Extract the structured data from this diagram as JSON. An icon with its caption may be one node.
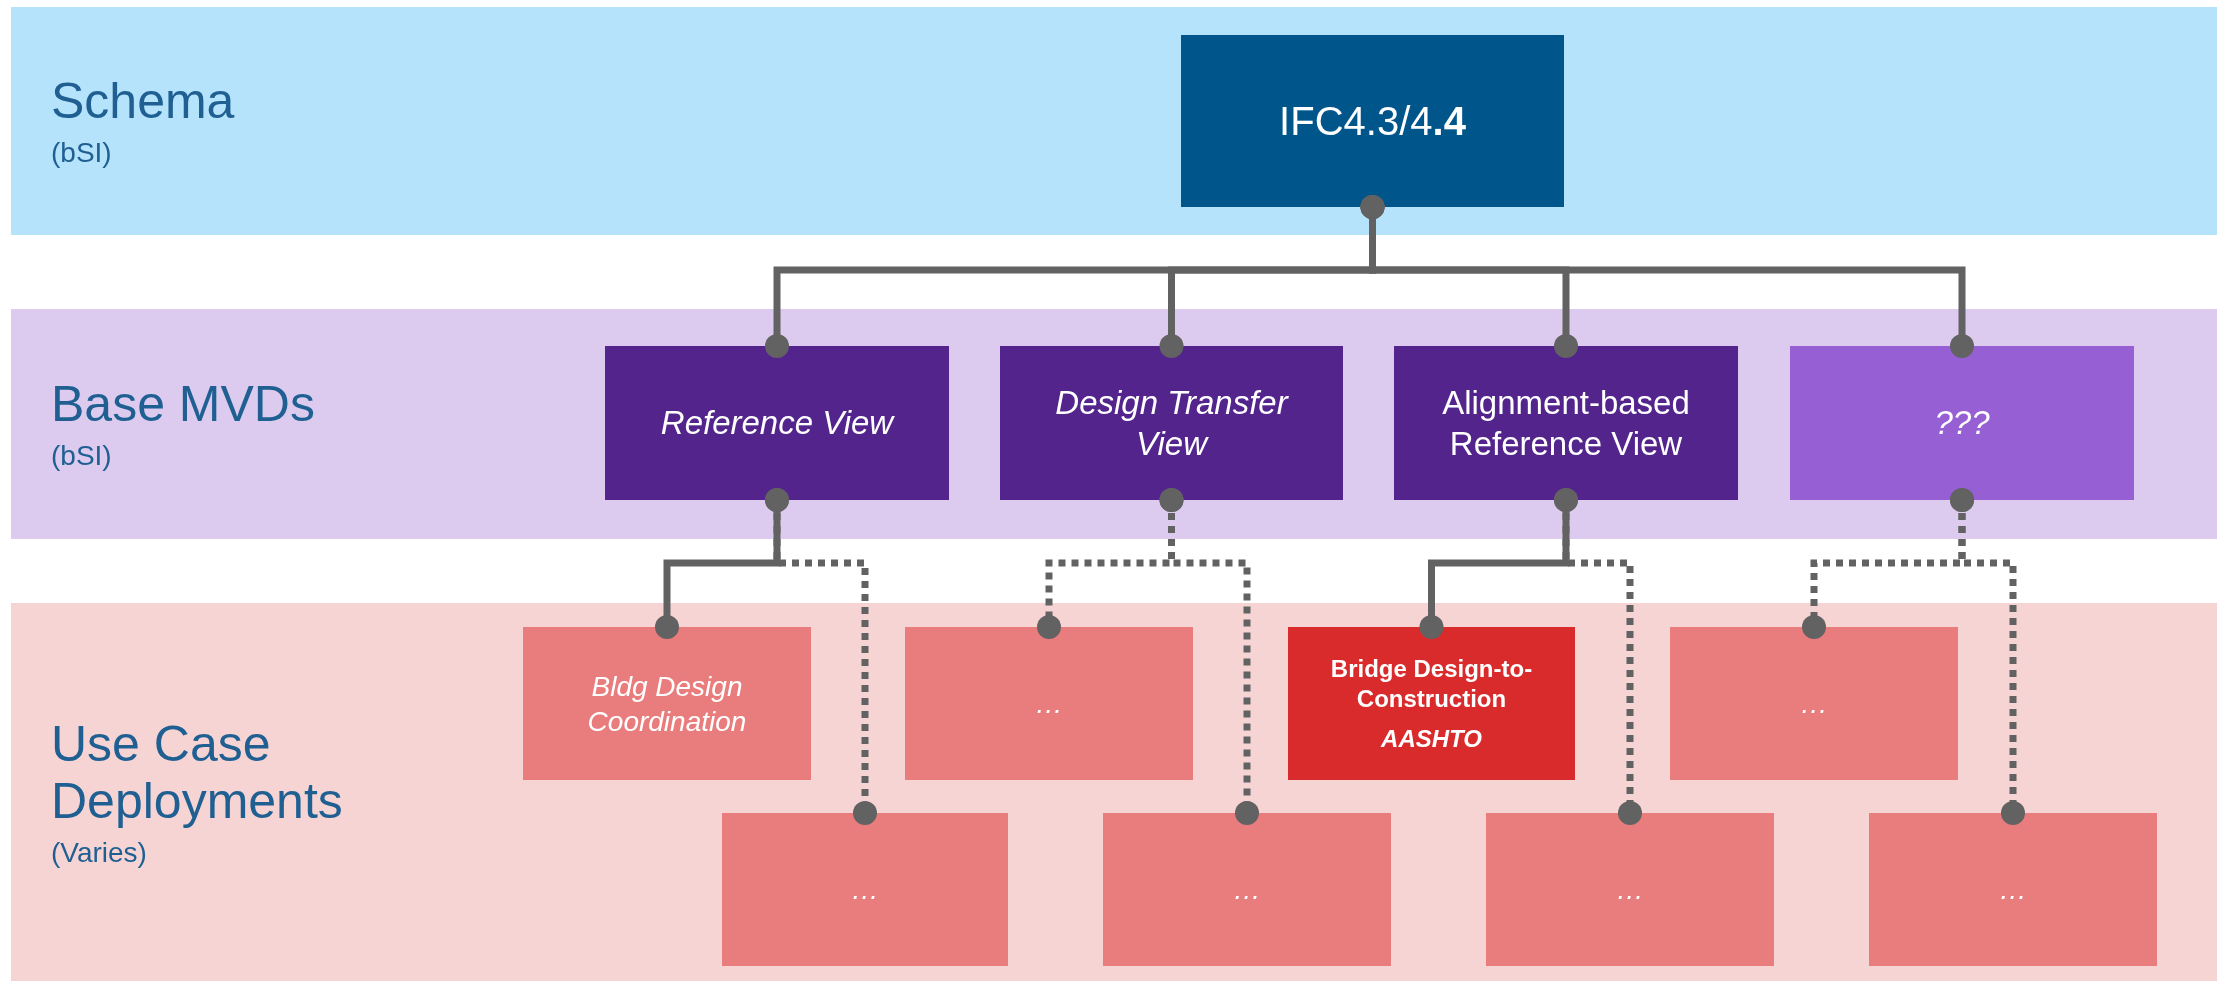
{
  "diagram": {
    "nodes": [
      {
        "text": [
          "Schema",
          "(bSI)"
        ]
      },
      {
        "text": [
          "IFC4.3/4**.4**"
        ],
        "in": 0
      },
      {
        "text": [
          "Base MVDs",
          "(bSI)"
        ]
      },
      {
        "text": [
          "Reference View"
        ],
        "in": 2
      },
      {
        "text": [
          "Design Transfer View"
        ],
        "in": 2
      },
      {
        "text": [
          "Alignment-based Reference View"
        ],
        "in": 2
      },
      {
        "text": [
          "???"
        ],
        "in": 2
      },
      {
        "text": [
          "Use Case Deployments",
          "(Varies)"
        ]
      },
      {
        "text": [
          "Bldg Design Coordination"
        ],
        "in": 7
      },
      {
        "text": [
          "…"
        ],
        "in": 7
      },
      {
        "text": [
          "Bridge Design-to-Construction",
          "AASHTO"
        ],
        "in": 7
      },
      {
        "text": [
          "…"
        ],
        "in": 7
      },
      {
        "text": [
          "…"
        ],
        "in": 7
      },
      {
        "text": [
          "…"
        ],
        "in": 7
      },
      {
        "text": [
          "…"
        ],
        "in": 7
      },
      {
        "text": [
          "…"
        ],
        "in": 7
      }
    ],
    "edges": [
      {
        "from": 1,
        "to": 3,
        "arrow": "other"
      },
      {
        "from": 1,
        "to": 4,
        "arrow": "other"
      },
      {
        "from": 1,
        "to": 5,
        "arrow": "other"
      },
      {
        "from": 1,
        "to": 6,
        "arrow": "other"
      },
      {
        "from": 3,
        "to": 8,
        "arrow": "other"
      },
      {
        "from": 3,
        "to": 12,
        "arrow": "other",
        "style": "dashed"
      },
      {
        "from": 4,
        "to": 9,
        "arrow": "other",
        "style": "dashed"
      },
      {
        "from": 4,
        "to": 13,
        "arrow": "other",
        "style": "dashed"
      },
      {
        "from": 5,
        "to": 10,
        "arrow": "other"
      },
      {
        "from": 5,
        "to": 14,
        "arrow": "other",
        "style": "dashed"
      },
      {
        "from": 6,
        "to": 11,
        "arrow": "other",
        "style": "dashed"
      },
      {
        "from": 6,
        "to": 15,
        "arrow": "other",
        "style": "dashed"
      }
    ]
  }
}
